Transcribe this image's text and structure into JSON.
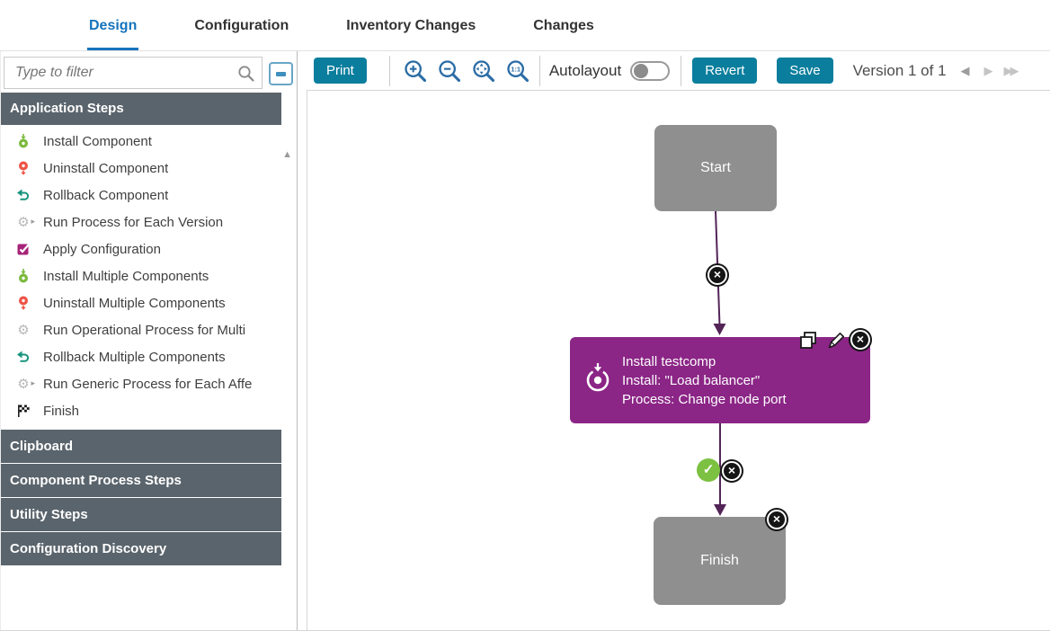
{
  "tabs": {
    "design": "Design",
    "configuration": "Configuration",
    "inventory_changes": "Inventory Changes",
    "changes": "Changes"
  },
  "sidebar": {
    "filter_placeholder": "Type to filter",
    "sections": {
      "application_steps": "Application Steps",
      "clipboard": "Clipboard",
      "component_process_steps": "Component Process Steps",
      "utility_steps": "Utility Steps",
      "configuration_discovery": "Configuration Discovery"
    },
    "application_steps_items": [
      {
        "label": "Install Component",
        "icon": "install-icon"
      },
      {
        "label": "Uninstall Component",
        "icon": "uninstall-icon"
      },
      {
        "label": "Rollback Component",
        "icon": "rollback-icon"
      },
      {
        "label": "Run Process for Each Version",
        "icon": "gear-run-icon"
      },
      {
        "label": "Apply Configuration",
        "icon": "checkbox-check-icon"
      },
      {
        "label": "Install Multiple Components",
        "icon": "install-icon"
      },
      {
        "label": "Uninstall Multiple Components",
        "icon": "uninstall-icon"
      },
      {
        "label": "Run Operational Process for Multi",
        "icon": "gear-icon"
      },
      {
        "label": "Rollback Multiple Components",
        "icon": "rollback-icon"
      },
      {
        "label": "Run Generic Process for Each Affe",
        "icon": "gear-run-icon"
      },
      {
        "label": "Finish",
        "icon": "finish-flag-icon"
      }
    ]
  },
  "toolbar": {
    "print_label": "Print",
    "autolayout_label": "Autolayout",
    "autolayout_state": "off",
    "revert_label": "Revert",
    "save_label": "Save",
    "version_label": "Version 1 of 1"
  },
  "canvas": {
    "start_node_label": "Start",
    "install_node_lines": {
      "0": "Install testcomp",
      "1": "Install: \"Load balancer\"",
      "2": "Process: Change node port"
    },
    "finish_node_label": "Finish"
  },
  "glyphs": {
    "scroll_up": "▲",
    "gear": "⚙",
    "play": "▸",
    "prev_arrow": "◀",
    "next_arrow": "▶",
    "last_arrow": "▶▶",
    "x_mark": "×",
    "check_mark": "✓"
  },
  "colors": {
    "active_tab_blue": "#1574bd",
    "button_teal": "#0b7e9d",
    "zoom_icon_blue": "#2a6ca5",
    "section_header_gray": "#5a646c",
    "node_gray": "#8f8f8f",
    "node_purple": "#8b2586",
    "edge_purple": "#532458",
    "success_green": "#7cc142",
    "install_green": "#7cb93e",
    "uninstall_red": "#ee5345",
    "rollback_teal": "#18957d",
    "config_magenta": "#a62478"
  }
}
